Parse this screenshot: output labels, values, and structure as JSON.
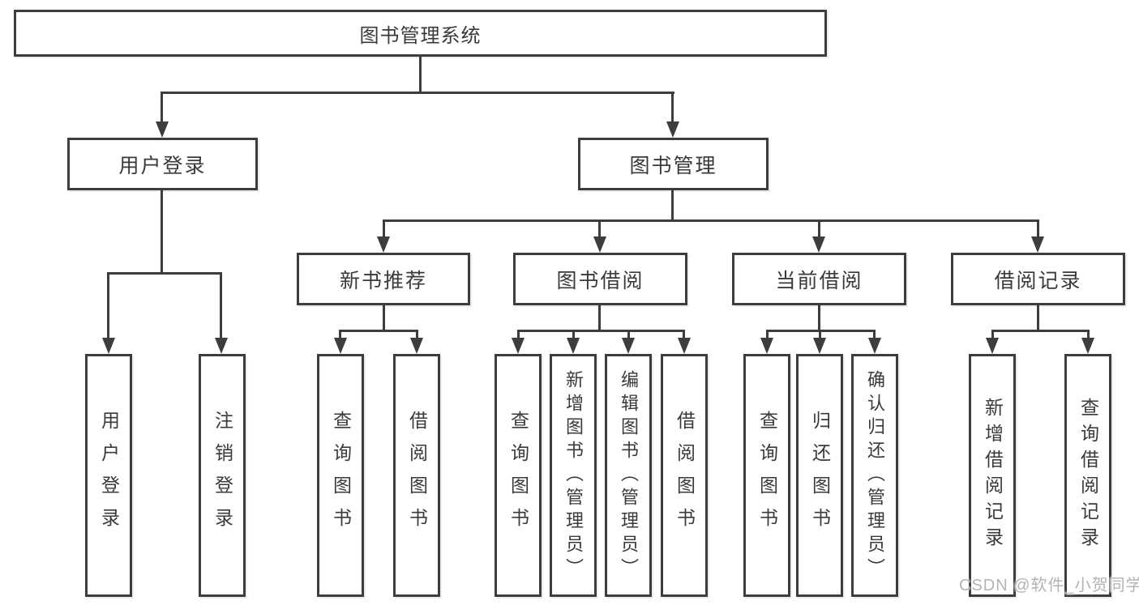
{
  "tree": {
    "root": {
      "label": "图书管理系统",
      "children": [
        {
          "label": "用户登录",
          "children": [
            {
              "label": "用户登录"
            },
            {
              "label": "注销登录"
            }
          ]
        },
        {
          "label": "图书管理",
          "children": [
            {
              "label": "新书推荐",
              "children": [
                {
                  "label": "查询图书"
                },
                {
                  "label": "借阅图书"
                }
              ]
            },
            {
              "label": "图书借阅",
              "children": [
                {
                  "label": "查询图书"
                },
                {
                  "label": "新增图书（管理员）"
                },
                {
                  "label": "编辑图书（管理员）"
                },
                {
                  "label": "借阅图书"
                }
              ]
            },
            {
              "label": "当前借阅",
              "children": [
                {
                  "label": "查询图书"
                },
                {
                  "label": "归还图书"
                },
                {
                  "label": "确认归还（管理员）"
                }
              ]
            },
            {
              "label": "借阅记录",
              "children": [
                {
                  "label": "新增借阅记录"
                },
                {
                  "label": "查询借阅记录"
                }
              ]
            }
          ]
        }
      ]
    }
  },
  "watermark": {
    "text": "CSDN @软件_小贺同学"
  },
  "colors": {
    "line": "#3d3d3d",
    "text": "#3a3a3a",
    "background": "#ffffff",
    "watermark": "#b3b3b3"
  }
}
